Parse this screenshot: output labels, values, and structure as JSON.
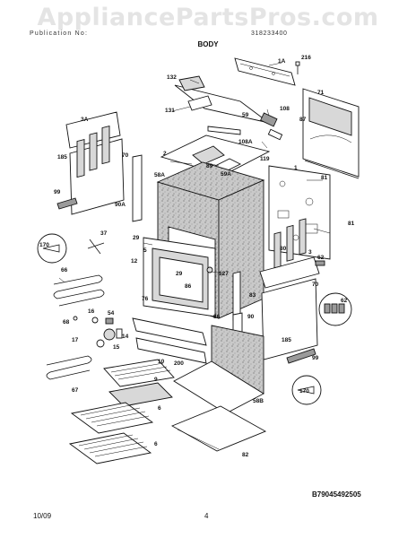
{
  "watermark": "AppliancePartsPros.com",
  "header": {
    "publication": "Publication No:",
    "model_code": "318233400",
    "section_title": "BODY"
  },
  "diagram_code": "B79045492505",
  "footer": {
    "date": "10/09",
    "page": "4"
  },
  "parts": [
    "1A",
    "216",
    "132",
    "71",
    "131",
    "108",
    "59",
    "87",
    "3A",
    "2",
    "108A",
    "119",
    "185",
    "89",
    "59A",
    "70",
    "58A",
    "81",
    "99",
    "90A",
    "1",
    "37",
    "170",
    "29",
    "12",
    "127",
    "3",
    "62",
    "66",
    "80",
    "81",
    "5",
    "29",
    "86",
    "83",
    "70",
    "62",
    "76",
    "68",
    "16",
    "54",
    "14",
    "86",
    "90",
    "17",
    "15",
    "10",
    "200",
    "185",
    "99",
    "67",
    "58B",
    "170",
    "6",
    "82",
    "6",
    "9"
  ]
}
